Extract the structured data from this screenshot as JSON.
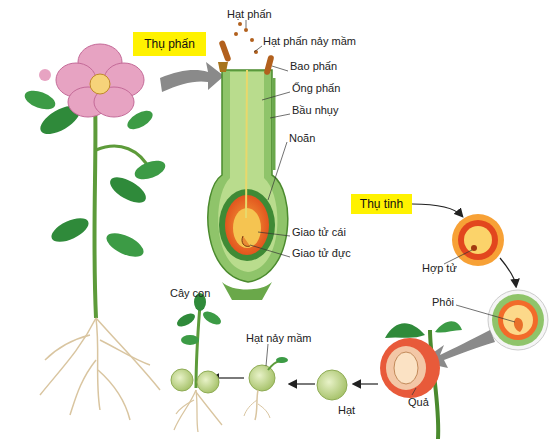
{
  "diagram": {
    "nodes": [
      {
        "text": [
          "Thụ phấn"
        ]
      },
      {
        "text": [
          "Thụ tinh"
        ]
      }
    ],
    "labels": [
      "Hạt phấn",
      "Hạt phấn nảy mầm",
      "Bao phấn",
      "Ống phấn",
      "Bầu nhụy",
      "Noãn",
      "Giao tử cái",
      "Giao tử đực",
      "Hợp tử",
      "Phôi",
      "Quả",
      "Hạt",
      "Hạt nảy mầm",
      "Cây con"
    ]
  }
}
